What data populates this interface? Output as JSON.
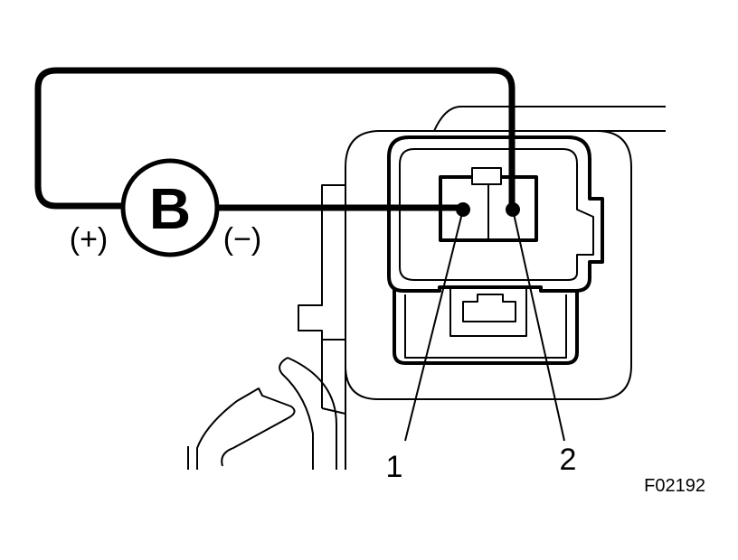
{
  "battery": {
    "symbol": "B",
    "positive": "(+)",
    "negative": "(−)"
  },
  "terminals": [
    "1",
    "2"
  ],
  "figure_code": "F02192",
  "colors": {
    "line": "#000000",
    "background": "#ffffff"
  }
}
